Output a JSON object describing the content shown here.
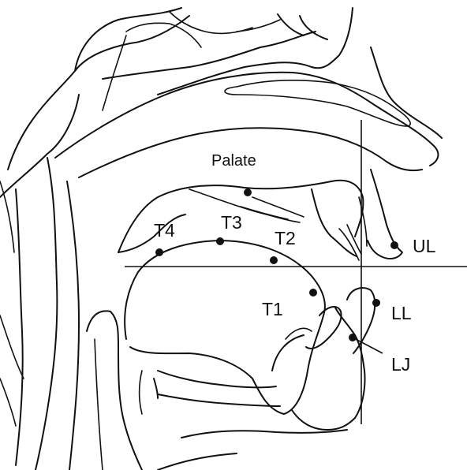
{
  "labels": {
    "palate": "Palate",
    "t1": "T1",
    "t2": "T2",
    "t3": "T3",
    "t4": "T4",
    "ul": "UL",
    "ll": "LL",
    "lj": "LJ"
  }
}
